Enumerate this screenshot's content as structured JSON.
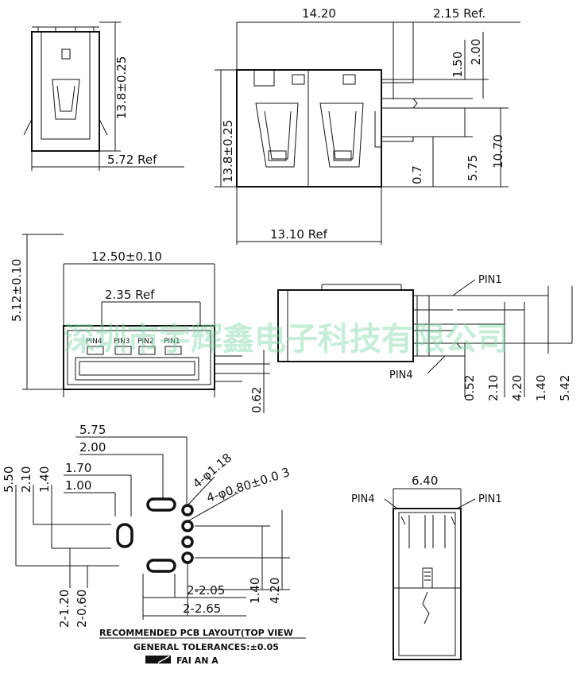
{
  "watermark": "深圳市宇辉鑫电子科技有限公司",
  "views": {
    "side": {
      "height": "13.8±0.25",
      "base": "5.72 Ref"
    },
    "front": {
      "width": "14.20",
      "ref_top": "2.15 Ref.",
      "height": "13.8±0.25",
      "base": "13.10 Ref",
      "d150": "1.50",
      "d200": "2.00",
      "d575": "5.75",
      "d1070": "10.70",
      "d07": "0.7"
    },
    "face": {
      "width": "12.50±0.10",
      "depth": "2.35 Ref",
      "height": "5.12±0.10",
      "d062": "0.62",
      "pins": [
        "PIN4",
        "PIN3",
        "PIN2",
        "PIN1"
      ]
    },
    "pin_side": {
      "pin1": "PIN1",
      "pin4": "PIN4",
      "d052": "0.52",
      "d210": "2.10",
      "d420": "4.20",
      "d140": "1.40",
      "d542": "5.42"
    },
    "pcb": {
      "d575": "5.75",
      "d200": "2.00",
      "d170": "1.70",
      "d100": "1.00",
      "d550": "5.50",
      "d210": "2.10",
      "d140": "1.40",
      "hole_large": "4-φ1.18",
      "hole_small": "4-φ0.80±0.0 3",
      "d2_205": "2-2.05",
      "d2_265": "2-2.65",
      "d140b": "1.40",
      "d420": "4.20",
      "d2_120": "2-1.20",
      "d2_060": "2-0.60",
      "title": "RECOMMENDED PCB LAYOUT(TOP VIEW",
      "tolerance": "GENERAL TOLERANCES:±0.05",
      "scale": "FAI AN A"
    },
    "bottom": {
      "width": "6.40",
      "pin4": "PIN4",
      "pin1": "PIN1"
    }
  }
}
